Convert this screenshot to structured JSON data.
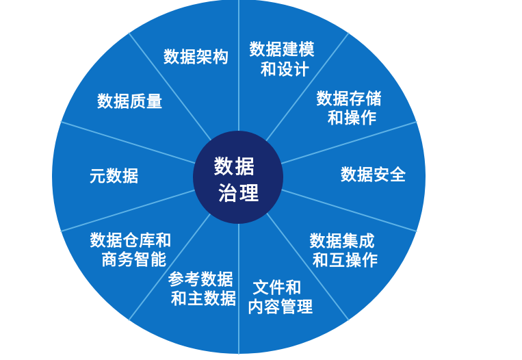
{
  "wheel": {
    "center": {
      "line1": "数据",
      "line2": "治理"
    },
    "segments": [
      {
        "lines": [
          "数据架构"
        ]
      },
      {
        "lines": [
          "数据建模",
          "和设计"
        ]
      },
      {
        "lines": [
          "数据存储",
          "和操作"
        ]
      },
      {
        "lines": [
          "数据安全"
        ]
      },
      {
        "lines": [
          "数据集成",
          "和互操作"
        ]
      },
      {
        "lines": [
          "文件和",
          "内容管理"
        ]
      },
      {
        "lines": [
          "参考数据",
          "和主数据"
        ]
      },
      {
        "lines": [
          "数据仓库和",
          "商务智能"
        ]
      },
      {
        "lines": [
          "元数据"
        ]
      },
      {
        "lines": [
          "数据质量"
        ]
      }
    ],
    "colors": {
      "wheel_blue": "#0d72c5",
      "center_navy": "#17296e",
      "spoke_light_blue": "#66b9ea",
      "label_text": "#ffffff",
      "background": "#ffffff"
    }
  }
}
